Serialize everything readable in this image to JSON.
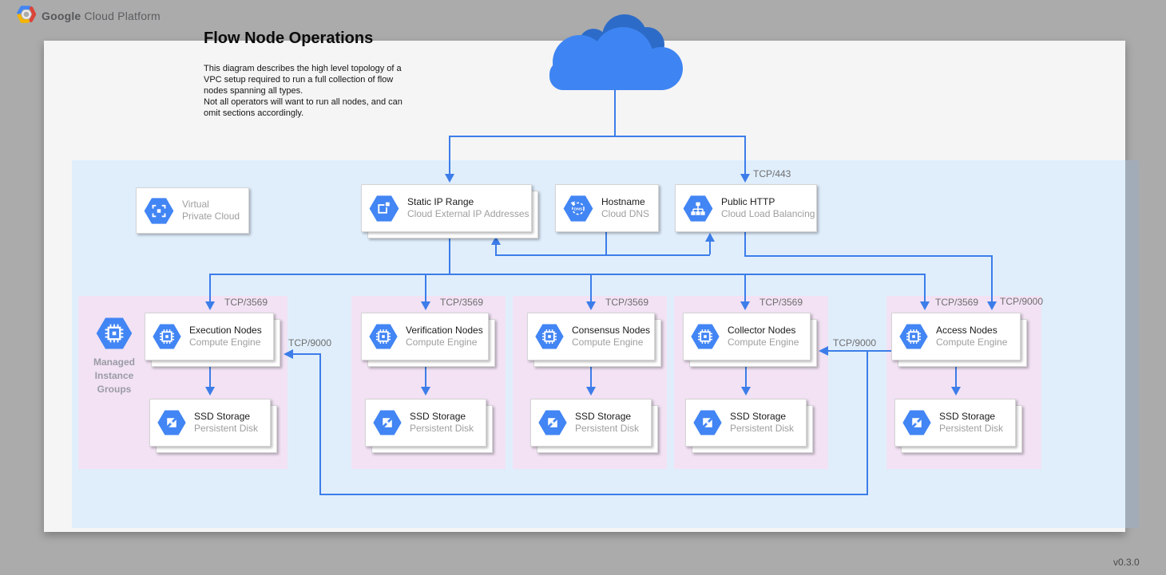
{
  "header": {
    "brand_bold": "Google",
    "brand_rest": " Cloud Platform"
  },
  "page": {
    "title": "Flow Node Operations",
    "description_lines": [
      "This diagram describes the high level topology of a",
      "VPC setup required to run a full collection of flow",
      "nodes spanning all types.",
      "Not all operators will want to run all nodes, and can",
      "omit sections accordingly."
    ],
    "version": "v0.3.0"
  },
  "ports": {
    "https": "TCP/443",
    "flow": "TCP/3569",
    "collection": "TCP/9000"
  },
  "vpc_label": {
    "line1": "Virtual",
    "line2": "Private Cloud"
  },
  "services": [
    {
      "title": "Static IP Range",
      "subtitle": "Cloud External IP Addresses",
      "icon": "external-ip-icon"
    },
    {
      "title": "Hostname",
      "subtitle": "Cloud DNS",
      "icon": "cloud-dns-icon",
      "badge": "DNS"
    },
    {
      "title": "Public HTTP",
      "subtitle": "Cloud Load Balancing",
      "icon": "load-balancing-icon"
    }
  ],
  "mig_label": {
    "line1": "Managed",
    "line2": "Instance",
    "line3": "Groups"
  },
  "groups": [
    {
      "title": "Execution Nodes",
      "subtitle": "Compute Engine",
      "port": "TCP/3569"
    },
    {
      "title": "Verification Nodes",
      "subtitle": "Compute Engine",
      "port": "TCP/3569"
    },
    {
      "title": "Consensus Nodes",
      "subtitle": "Compute Engine",
      "port": "TCP/3569"
    },
    {
      "title": "Collector Nodes",
      "subtitle": "Compute Engine",
      "port": "TCP/3569"
    },
    {
      "title": "Access Nodes",
      "subtitle": "Compute Engine",
      "port": "TCP/3569",
      "port2": "TCP/9000"
    }
  ],
  "storage": {
    "title": "SSD Storage",
    "subtitle": "Persistent Disk"
  },
  "icons": {
    "logo": "gcp-logo-icon",
    "cloud": "internet-cloud-icon",
    "vpc": "vpc-icon",
    "static_ip": "external-ip-icon",
    "dns": "cloud-dns-icon",
    "load_balancer": "load-balancing-icon",
    "compute": "compute-engine-icon",
    "disk": "persistent-disk-icon",
    "mig": "managed-instance-group-icon"
  },
  "colors": {
    "line_blue": "#3C7DE9",
    "icon_blue": "#4285F4",
    "vpc_fill": "#E0EEFC",
    "group_fill": "#F2E2F4",
    "background_gray": "#ABABAB",
    "page_white": "#F6F5F5"
  }
}
